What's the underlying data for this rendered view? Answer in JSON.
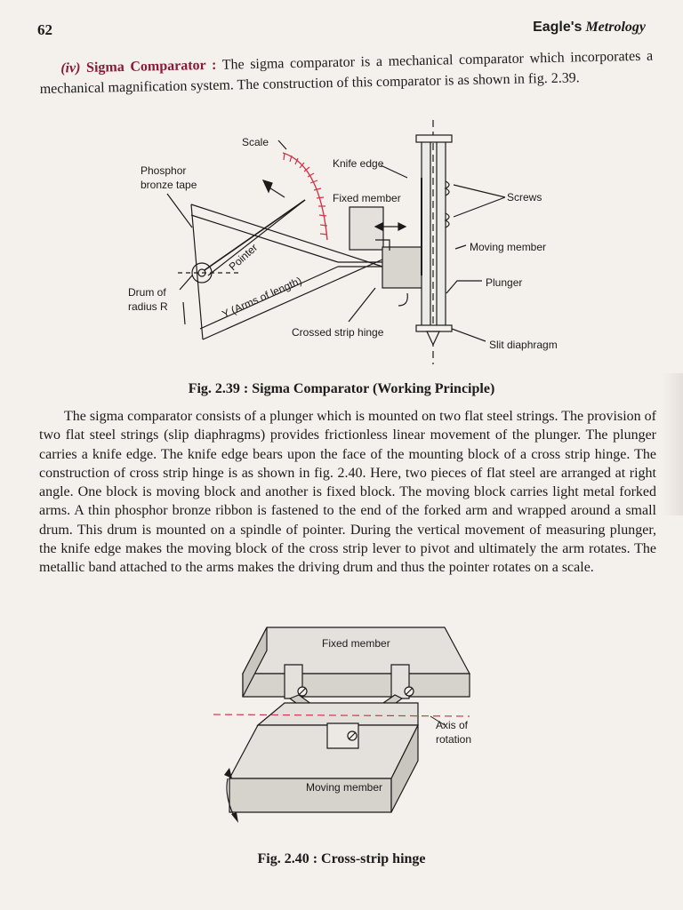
{
  "header": {
    "page_number": "62",
    "book_brand": "Eagle's",
    "book_subject": "Metrology"
  },
  "intro": {
    "section_number": "(iv)",
    "section_title": "Sigma Comparator :",
    "text": " The sigma comparator is a mechanical comparator which incorporates a mechanical magnification system. The construction of this comparator is as shown in fig. 2.39."
  },
  "figure1": {
    "caption": "Fig. 2.39 : Sigma Comparator (Working Principle)",
    "labels": {
      "scale": "Scale",
      "knife_edge": "Knife edge",
      "phosphor_1": "Phosphor",
      "phosphor_2": "bronze tape",
      "fixed_member": "Fixed member",
      "screws": "Screws",
      "moving_member": "Moving member",
      "plunger": "Plunger",
      "pointer": "Pointer",
      "drum_1": "Drum of",
      "drum_2": "radius R",
      "arms": "Y (Arms of length)",
      "crossed_strip": "Crossed strip hinge",
      "slit_diaphragm": "Slit diaphragm"
    }
  },
  "body": {
    "paragraph": "The sigma comparator consists of a plunger which is mounted on two flat steel strings. The provision of two flat steel strings (slip diaphragms) provides frictionless linear movement of the plunger. The plunger carries a knife edge. The knife edge bears upon the face of the mounting block of a cross strip hinge. The construction of cross strip hinge is as shown in fig. 2.40. Here, two pieces of flat steel are arranged at right angle. One block is moving block and another is fixed block. The moving block carries light metal forked arms. A thin phosphor bronze ribbon is fastened to the end of the forked arm and wrapped around a small drum. This drum is mounted on a spindle of pointer. During the vertical movement of measuring plunger, the knife edge makes the moving block of the cross strip lever to pivot and ultimately the arm rotates. The metallic band attached to the arms makes the driving drum and thus the pointer rotates on a scale."
  },
  "figure2": {
    "caption": "Fig. 2.40 : Cross-strip hinge",
    "labels": {
      "fixed_member": "Fixed member",
      "axis_1": "Axis of",
      "axis_2": "rotation",
      "moving_member": "Moving member"
    }
  },
  "colors": {
    "page": "#f4f1ec",
    "ink": "#1c1a1a",
    "accent": "#8a1a36",
    "scale_red": "#d2344a",
    "block_fill": "#e4e1dc",
    "block_dark": "#c9c5bf"
  }
}
